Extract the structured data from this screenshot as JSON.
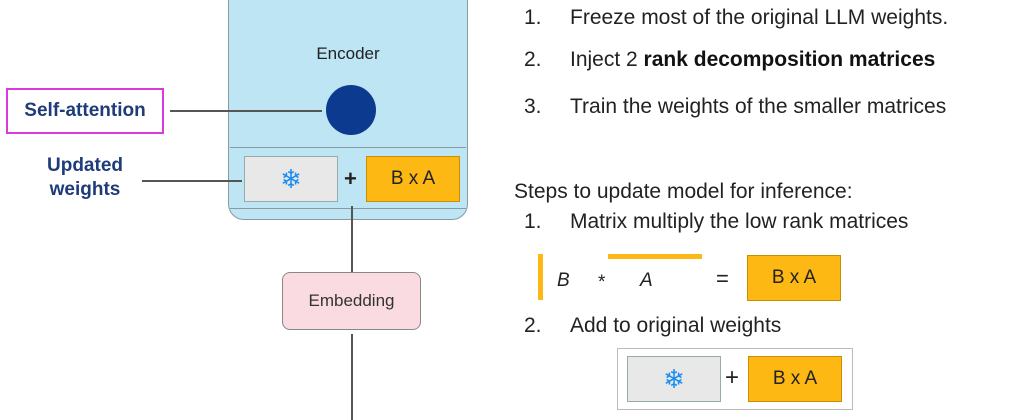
{
  "diagram": {
    "encoder_label": "Encoder",
    "self_attention_label": "Self-attention",
    "updated_weights_label_line1": "Updated",
    "updated_weights_label_line2": "weights",
    "plus": "+",
    "bxa": "B x A",
    "snowflake": "❄",
    "embedding_label": "Embedding",
    "colors": {
      "encoder_bg": "#bde5f4",
      "self_attention_dot": "#0b3a8f",
      "bxa_fill": "#fdb813",
      "frozen_fill": "#e8e8e8",
      "embedding_fill": "#fadbe2",
      "highlight_border": "#d93ad9",
      "label_blue": "#1f3c7a"
    }
  },
  "steps": [
    {
      "num": "1.",
      "text": "Freeze most of the original LLM weights."
    },
    {
      "num": "2.",
      "text_plain": "Inject 2 ",
      "text_bold": "rank decomposition matrices"
    },
    {
      "num": "3.",
      "text": "Train the weights of the smaller matrices"
    }
  ],
  "inference": {
    "heading": "Steps to update model for inference:",
    "step1": {
      "num": "1.",
      "text": "Matrix multiply the low rank matrices"
    },
    "equation": {
      "b": "B",
      "times": "*",
      "a": "A",
      "equals": "=",
      "result": "B x A"
    },
    "step2": {
      "num": "2.",
      "text": "Add to original weights"
    },
    "sum": {
      "snowflake": "❄",
      "plus": "+",
      "bxa": "B x A"
    }
  }
}
